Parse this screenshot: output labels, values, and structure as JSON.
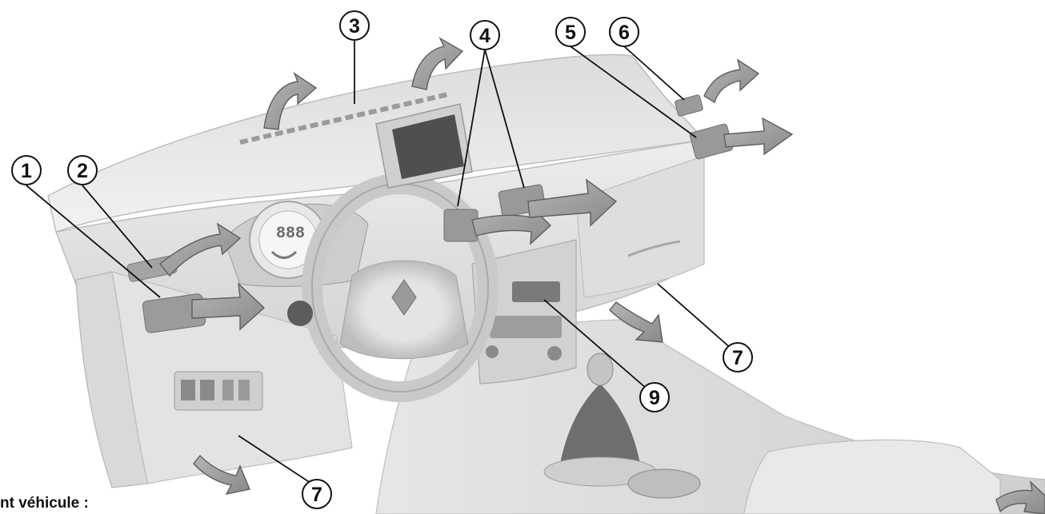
{
  "callouts": {
    "c1": "1",
    "c2": "2",
    "c3": "3",
    "c4": "4",
    "c5": "5",
    "c6": "6",
    "c7a": "7",
    "c7b": "7",
    "c9": "9"
  },
  "caption": "nt véhicule :",
  "instrument_digits": "888",
  "colors": {
    "dash_light": "#eeeeee",
    "dash_mid": "#d6d6d6",
    "dash_dark": "#a9a9a9",
    "arrow_fill": "#9c9c9c",
    "screen": "#4f4f4f",
    "line": "#111111"
  }
}
